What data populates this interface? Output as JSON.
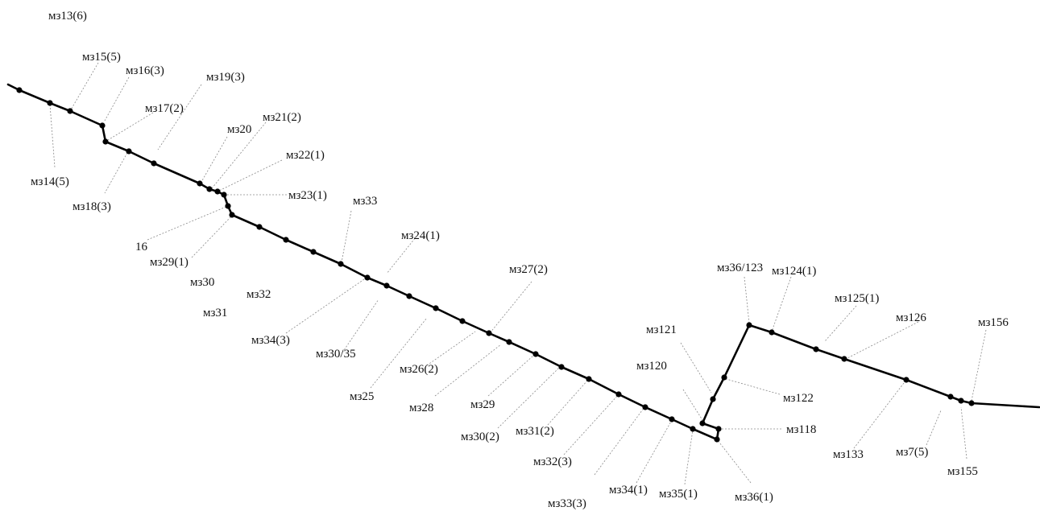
{
  "labels": {
    "l_mz13": "мз13(6)",
    "l_mz15": "мз15(5)",
    "l_mz16": "мз16(3)",
    "l_mz19": "мз19(3)",
    "l_mz17": "мз17(2)",
    "l_mz21": "мз21(2)",
    "l_mz20": "мз20",
    "l_mz22": "мз22(1)",
    "l_mz14": "мз14(5)",
    "l_mz23": "мз23(1)",
    "l_mz18": "мз18(3)",
    "l_mz33": "мз33",
    "l_16": "16",
    "l_mz24": "мз24(1)",
    "l_mz29_1": "мз29(1)",
    "l_mz30": "мз30",
    "l_mz32": "мз32",
    "l_mz31": "мз31",
    "l_mz27": "мз27(2)",
    "l_mz36_123": "мз36/123",
    "l_mz124": "мз124(1)",
    "l_mz125": "мз125(1)",
    "l_mz34_3": "мз34(3)",
    "l_mz126": "мз126",
    "l_mz156": "мз156",
    "l_mz121": "мз121",
    "l_mz30_35": "мз30/35",
    "l_mz120": "мз120",
    "l_mz26": "мз26(2)",
    "l_mz122": "мз122",
    "l_mz25": "мз25",
    "l_mz28": "мз28",
    "l_mz29": "мз29",
    "l_mz118": "мз118",
    "l_mz30_2": "мз30(2)",
    "l_mz31_2": "мз31(2)",
    "l_mz133": "мз133",
    "l_mz7": "мз7(5)",
    "l_mz32_3": "мз32(3)",
    "l_mz155": "мз155",
    "l_mz34_1": "мз34(1)",
    "l_mz35": "мз35(1)",
    "l_mz36_1": "мз36(1)",
    "l_mz33_3": "мз33(3)"
  }
}
